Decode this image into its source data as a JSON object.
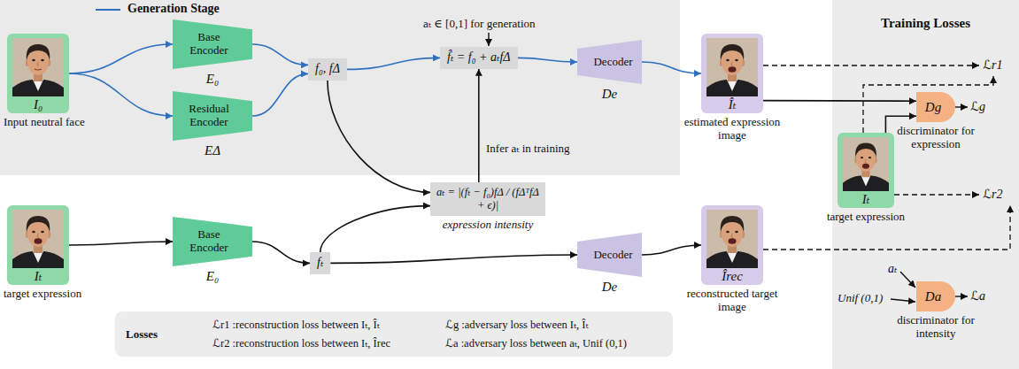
{
  "diagram": {
    "nodes": [
      {
        "text": [
          "I₀",
          "Input neutral face"
        ]
      },
      {
        "text": [
          "Base Encoder",
          "E₀"
        ]
      },
      {
        "text": [
          "Residual Encoder",
          "EΔ"
        ]
      },
      {
        "text": [
          "f₀, fΔ"
        ]
      },
      {
        "text": [
          "f̂ₜ = f₀ + aₜfΔ"
        ]
      },
      {
        "text": [
          "Decoder",
          "De"
        ]
      },
      {
        "text": [
          "Îₜ",
          "estimated expression image"
        ]
      },
      {
        "text": [
          "aₜ = |(fₜ − f₀)fΔ / (fΔᵀfΔ + ϵ)|",
          "expression intensity"
        ]
      },
      {
        "text": [
          "Iₜ",
          "target expression"
        ]
      },
      {
        "text": [
          "Base Encoder",
          "E₀"
        ]
      },
      {
        "text": [
          "fₜ"
        ]
      },
      {
        "text": [
          "Decoder",
          "De"
        ]
      },
      {
        "text": [
          "Îrec",
          "reconstructed target image"
        ]
      },
      {
        "text": [
          "Losses",
          "ℒr1 :reconstruction loss between Iₜ, Îₜ",
          "ℒg :adversary loss between Iₜ, Îₜ",
          "ℒr2 :reconstruction loss between Iₜ, Îrec",
          "ℒa :adversary loss between aₜ, Unif (0,1)"
        ]
      },
      {
        "text": [
          "Training Losses"
        ]
      },
      {
        "text": [
          "Iₜ",
          "target expression"
        ],
        "in": 14
      },
      {
        "text": [
          "Dg",
          "discriminator for expression"
        ],
        "in": 14
      },
      {
        "text": [
          "Da",
          "discriminator for intensity"
        ],
        "in": 14
      }
    ],
    "edges": [
      {
        "from": 0,
        "to": 1,
        "arrow": "to"
      },
      {
        "from": 0,
        "to": 2,
        "arrow": "to"
      },
      {
        "from": 1,
        "to": 3,
        "arrow": "to"
      },
      {
        "from": 2,
        "to": 3,
        "arrow": "to"
      },
      {
        "from": 3,
        "to": 4,
        "arrow": "to"
      },
      {
        "from": 4,
        "to": 5,
        "arrow": "to"
      },
      {
        "from": 5,
        "to": 6,
        "arrow": "to"
      },
      {
        "from": 3,
        "to": 7,
        "arrow": "to"
      },
      {
        "from": 7,
        "to": 4,
        "label": "Infer aₜ in training",
        "arrow": "to"
      },
      {
        "from": 8,
        "to": 9,
        "arrow": "to"
      },
      {
        "from": 9,
        "to": 10,
        "arrow": "to"
      },
      {
        "from": 10,
        "to": 7,
        "arrow": "to"
      },
      {
        "from": 10,
        "to": 11,
        "arrow": "to"
      },
      {
        "from": 11,
        "to": 12,
        "arrow": "to"
      },
      {
        "from": 6,
        "to": 16,
        "arrow": "to"
      },
      {
        "from": 15,
        "to": 16,
        "arrow": "to"
      }
    ],
    "labels": [
      "aₜ ∈ [0,1] for generation",
      "ℒr1",
      "ℒg",
      "ℒr2",
      "aₜ",
      "Unif (0,1)",
      "ℒa"
    ],
    "legend": [
      {
        "text": "Generation Stage"
      }
    ]
  }
}
